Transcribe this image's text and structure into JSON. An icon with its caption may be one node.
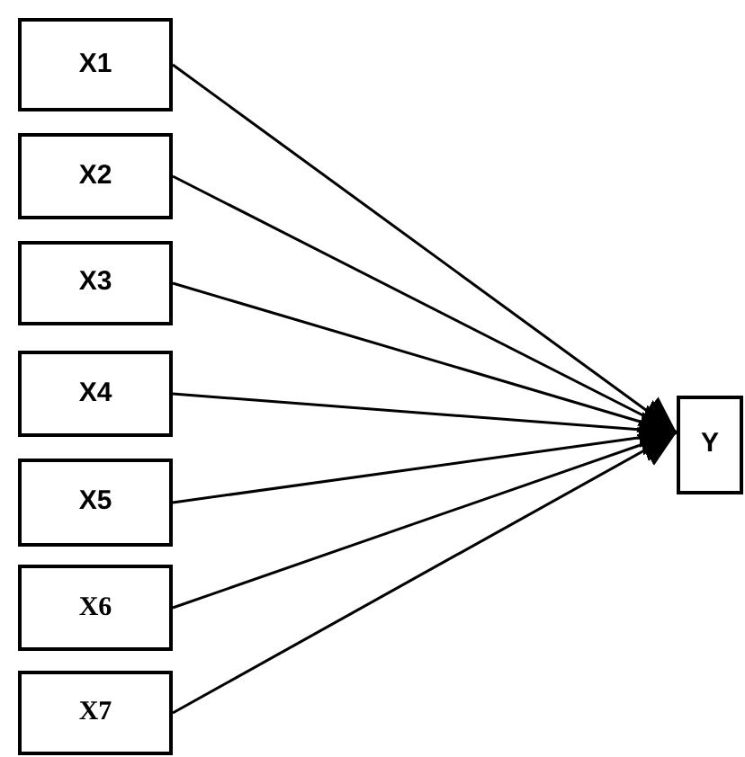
{
  "diagram": {
    "nodes": [
      {
        "text": [
          "X1"
        ]
      },
      {
        "text": [
          "X2"
        ]
      },
      {
        "text": [
          "X3"
        ]
      },
      {
        "text": [
          "X4"
        ]
      },
      {
        "text": [
          "X5"
        ]
      },
      {
        "text": [
          "X6"
        ]
      },
      {
        "text": [
          "X7"
        ]
      },
      {
        "text": [
          "Y"
        ]
      }
    ],
    "edges": [
      {
        "from": 0,
        "to": 7,
        "arrow": "to"
      },
      {
        "from": 1,
        "to": 7,
        "arrow": "to"
      },
      {
        "from": 2,
        "to": 7,
        "arrow": "to"
      },
      {
        "from": 3,
        "to": 7,
        "arrow": "to"
      },
      {
        "from": 4,
        "to": 7,
        "arrow": "to"
      },
      {
        "from": 5,
        "to": 7,
        "arrow": "to"
      },
      {
        "from": 6,
        "to": 7,
        "arrow": "to"
      }
    ]
  }
}
